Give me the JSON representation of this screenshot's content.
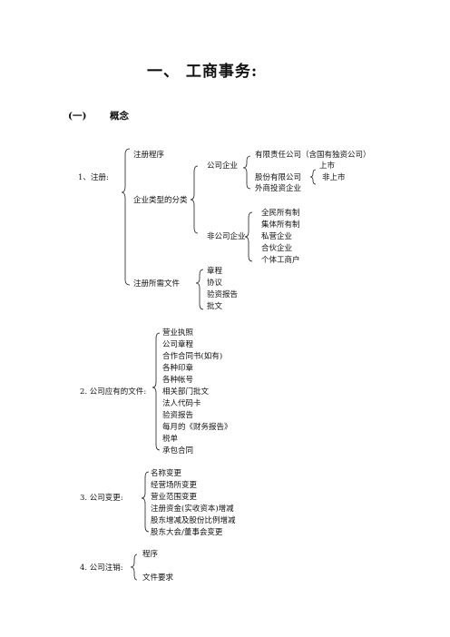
{
  "title": "一、  工商事务:",
  "section": {
    "number": "(一)",
    "label": "概念"
  },
  "s1": {
    "label": "1、注册:",
    "procedure": "注册程序",
    "types": "企业类型的分类",
    "company": "公司企业",
    "llc": "有限责任公司（含国有独资公司）",
    "joint_stock": "股份有限公司",
    "listed": "上市",
    "unlisted": "非上市",
    "foreign": "外商投资企业",
    "noncompany": "非公司企业",
    "nc_items": [
      "全民所有制",
      "集体所有制",
      "私营企业",
      "合伙企业",
      "个体工商户"
    ],
    "docs_label": "注册所需文件",
    "docs": [
      "章程",
      "协议",
      "验资报告",
      "批文"
    ]
  },
  "s2": {
    "label": "2. 公司应有的文件:",
    "items": [
      "营业执照",
      "公司章程",
      "合作合同书(如有)",
      "各种印章",
      "各种帐号",
      "相关部门批文",
      "法人代码卡",
      "验资报告",
      "每月的《财务报告》",
      "税单",
      "承包合同"
    ]
  },
  "s3": {
    "label": "3.   公司变更:",
    "items": [
      "名称变更",
      "经营场所变更",
      "营业范围变更",
      "注册资金(实收资本)增减",
      "股东增减及股份比例增减",
      "股东大会/董事会变更"
    ]
  },
  "s4": {
    "label": "4.   公司注销:",
    "items": [
      "程序",
      "文件要求"
    ]
  }
}
